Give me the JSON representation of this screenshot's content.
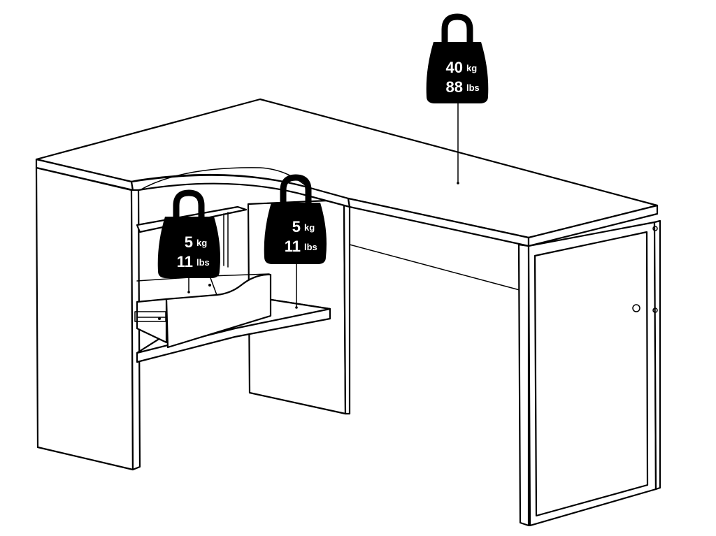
{
  "weights": [
    {
      "id": "desktop",
      "kg_value": "40",
      "kg_unit": "kg",
      "lbs_value": "88",
      "lbs_unit": "lbs"
    },
    {
      "id": "shelf",
      "kg_value": "5",
      "kg_unit": "kg",
      "lbs_value": "11",
      "lbs_unit": "lbs"
    },
    {
      "id": "drawer",
      "kg_value": "5",
      "kg_unit": "kg",
      "lbs_value": "11",
      "lbs_unit": "lbs"
    }
  ]
}
